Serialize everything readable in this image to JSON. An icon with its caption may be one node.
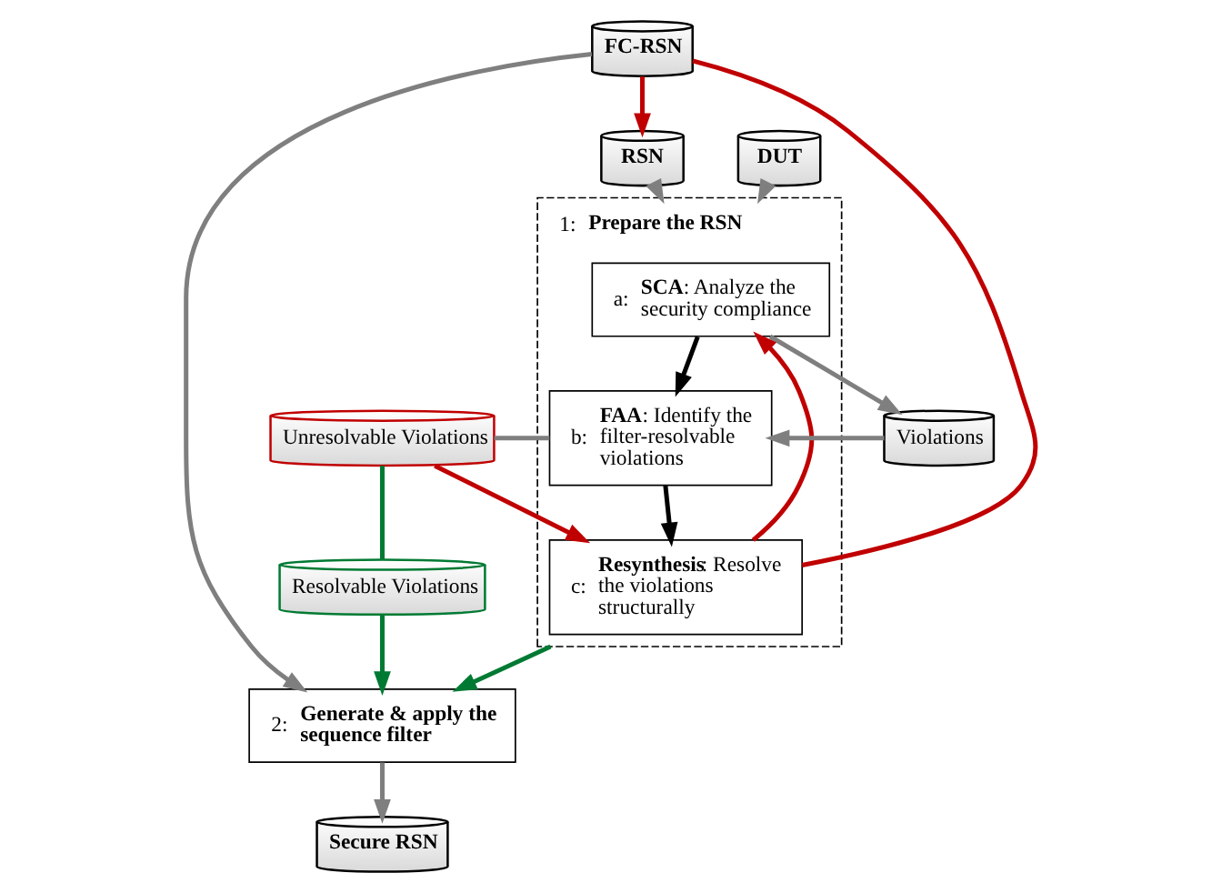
{
  "diagram": {
    "nodes": [
      {
        "text": [
          "1:",
          "Prepare the RSN"
        ]
      },
      {
        "text": [
          "DUT"
        ]
      },
      {
        "text": [
          "RSN"
        ]
      },
      {
        "text": [
          "a:",
          "**SCA**: Analyze the security compliance"
        ],
        "in": 0
      },
      {
        "text": [
          "b:",
          "**FAA**: Identify the filter-resolvable violations"
        ],
        "in": 0
      },
      {
        "text": [
          "c:",
          "**Resynthesis**: Resolve the violations structurally"
        ],
        "in": 0
      },
      {
        "text": [
          "Violations"
        ]
      },
      {
        "text": [
          "Unresolvable Violations"
        ]
      },
      {
        "text": [
          "Resolvable Violations"
        ]
      },
      {
        "text": [
          "FC-RSN"
        ]
      },
      {
        "text": [
          "2:",
          "Generate & apply the sequence filter"
        ]
      },
      {
        "text": [
          "Secure RSN"
        ]
      }
    ],
    "edges": [
      {
        "from": 1,
        "to": 0,
        "arrow": "to"
      },
      {
        "from": 2,
        "to": 0,
        "arrow": "to"
      },
      {
        "from": 9,
        "to": 2,
        "arrow": "to",
        "color": "#c00000"
      },
      {
        "from": 3,
        "to": 6,
        "arrow": "to"
      },
      {
        "from": 6,
        "to": 4,
        "arrow": "to"
      },
      {
        "from": 4,
        "to": 7,
        "arrow": "none"
      },
      {
        "from": 7,
        "to": 8,
        "arrow": "none",
        "color": "#007a33"
      },
      {
        "from": 7,
        "to": 5,
        "arrow": "to",
        "color": "#c00000"
      },
      {
        "from": 9,
        "to": 5,
        "arrow": "none",
        "color": "#c00000"
      },
      {
        "from": 5,
        "to": 3,
        "arrow": "to",
        "color": "#c00000"
      },
      {
        "from": 3,
        "to": 4,
        "arrow": "to",
        "color": "#000000"
      },
      {
        "from": 4,
        "to": 5,
        "arrow": "to",
        "color": "#000000"
      },
      {
        "from": 0,
        "to": 10,
        "arrow": "to",
        "color": "#007a33"
      },
      {
        "from": 8,
        "to": 10,
        "arrow": "to",
        "color": "#007a33"
      },
      {
        "from": 9,
        "to": 10,
        "arrow": "to"
      },
      {
        "from": 10,
        "to": 11,
        "arrow": "to"
      }
    ]
  }
}
